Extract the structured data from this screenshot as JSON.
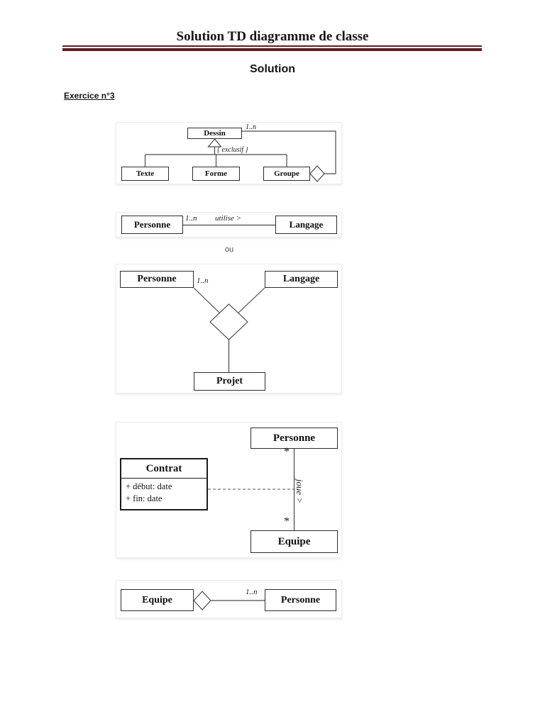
{
  "page": {
    "title": "Solution TD diagramme de classe",
    "subtitle": "Solution",
    "exercise_heading": "Exercice n°3",
    "separator_text": "ou",
    "accent_color": "#5a2021"
  },
  "diagram1": {
    "parent_class": "Dessin",
    "multiplicity": "1..n",
    "constraint_label": "{ exclusif }",
    "children": [
      "Texte",
      "Forme",
      "Groupe"
    ]
  },
  "diagram2": {
    "left_class": "Personne",
    "right_class": "Langage",
    "multiplicity": "1..n",
    "association_label": "utilise >"
  },
  "diagram3": {
    "left_class": "Personne",
    "right_class": "Langage",
    "bottom_class": "Projet",
    "multiplicity": "1..n"
  },
  "diagram4": {
    "top_class": "Personne",
    "bottom_class": "Equipe",
    "multiplicity_top": "*",
    "multiplicity_bottom": "*",
    "association_label": "joue >",
    "association_class": {
      "name": "Contrat",
      "attributes": [
        "+ début: date",
        "+ fin: date"
      ]
    }
  },
  "diagram5": {
    "whole_class": "Equipe",
    "part_class": "Personne",
    "multiplicity": "1..n"
  }
}
